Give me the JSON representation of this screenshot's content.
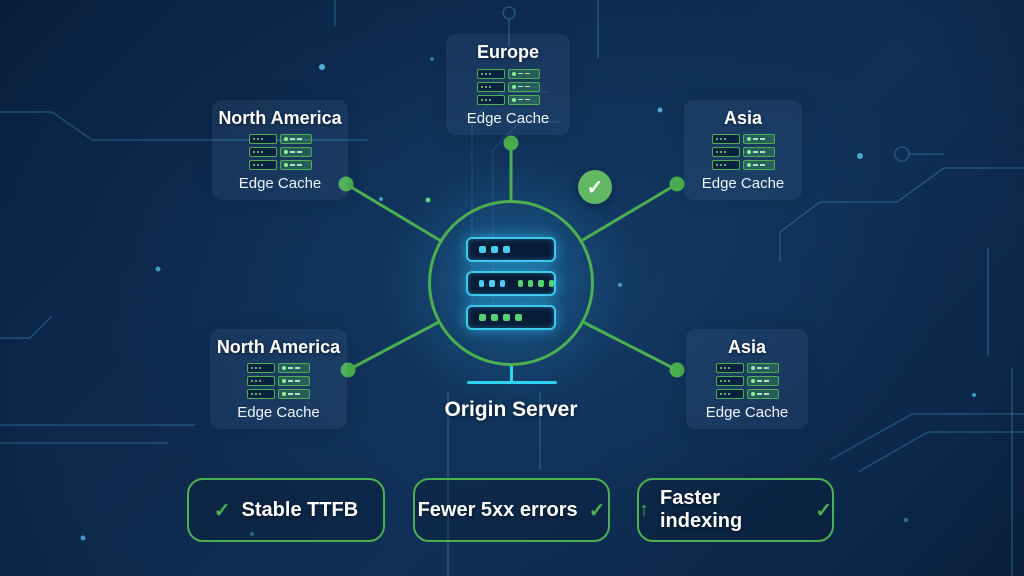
{
  "center": {
    "label": "Origin Server",
    "slabs": [
      {
        "cyan": 3,
        "green": 0
      },
      {
        "cyan": 3,
        "green": 4
      },
      {
        "cyan": 0,
        "green": 4
      }
    ]
  },
  "status": {
    "icon": "check-circle"
  },
  "nodes": [
    {
      "region": "Europe",
      "label": "Edge Cache"
    },
    {
      "region": "North America",
      "label": "Edge Cache"
    },
    {
      "region": "Asia",
      "label": "Edge Cache"
    },
    {
      "region": "North America",
      "label": "Edge Cache"
    },
    {
      "region": "Asia",
      "label": "Edge Cache"
    }
  ],
  "badges": [
    {
      "label": "Stable TTFB"
    },
    {
      "label": "Fewer 5xx errors"
    },
    {
      "label": "Faster indexing"
    }
  ],
  "glyphs": {
    "check": "✓",
    "arrow_up": "↑"
  },
  "colors": {
    "green": "#4caf50",
    "cyan": "#2fd0f2",
    "background": "#0d2a4d",
    "text": "#ffffff"
  }
}
